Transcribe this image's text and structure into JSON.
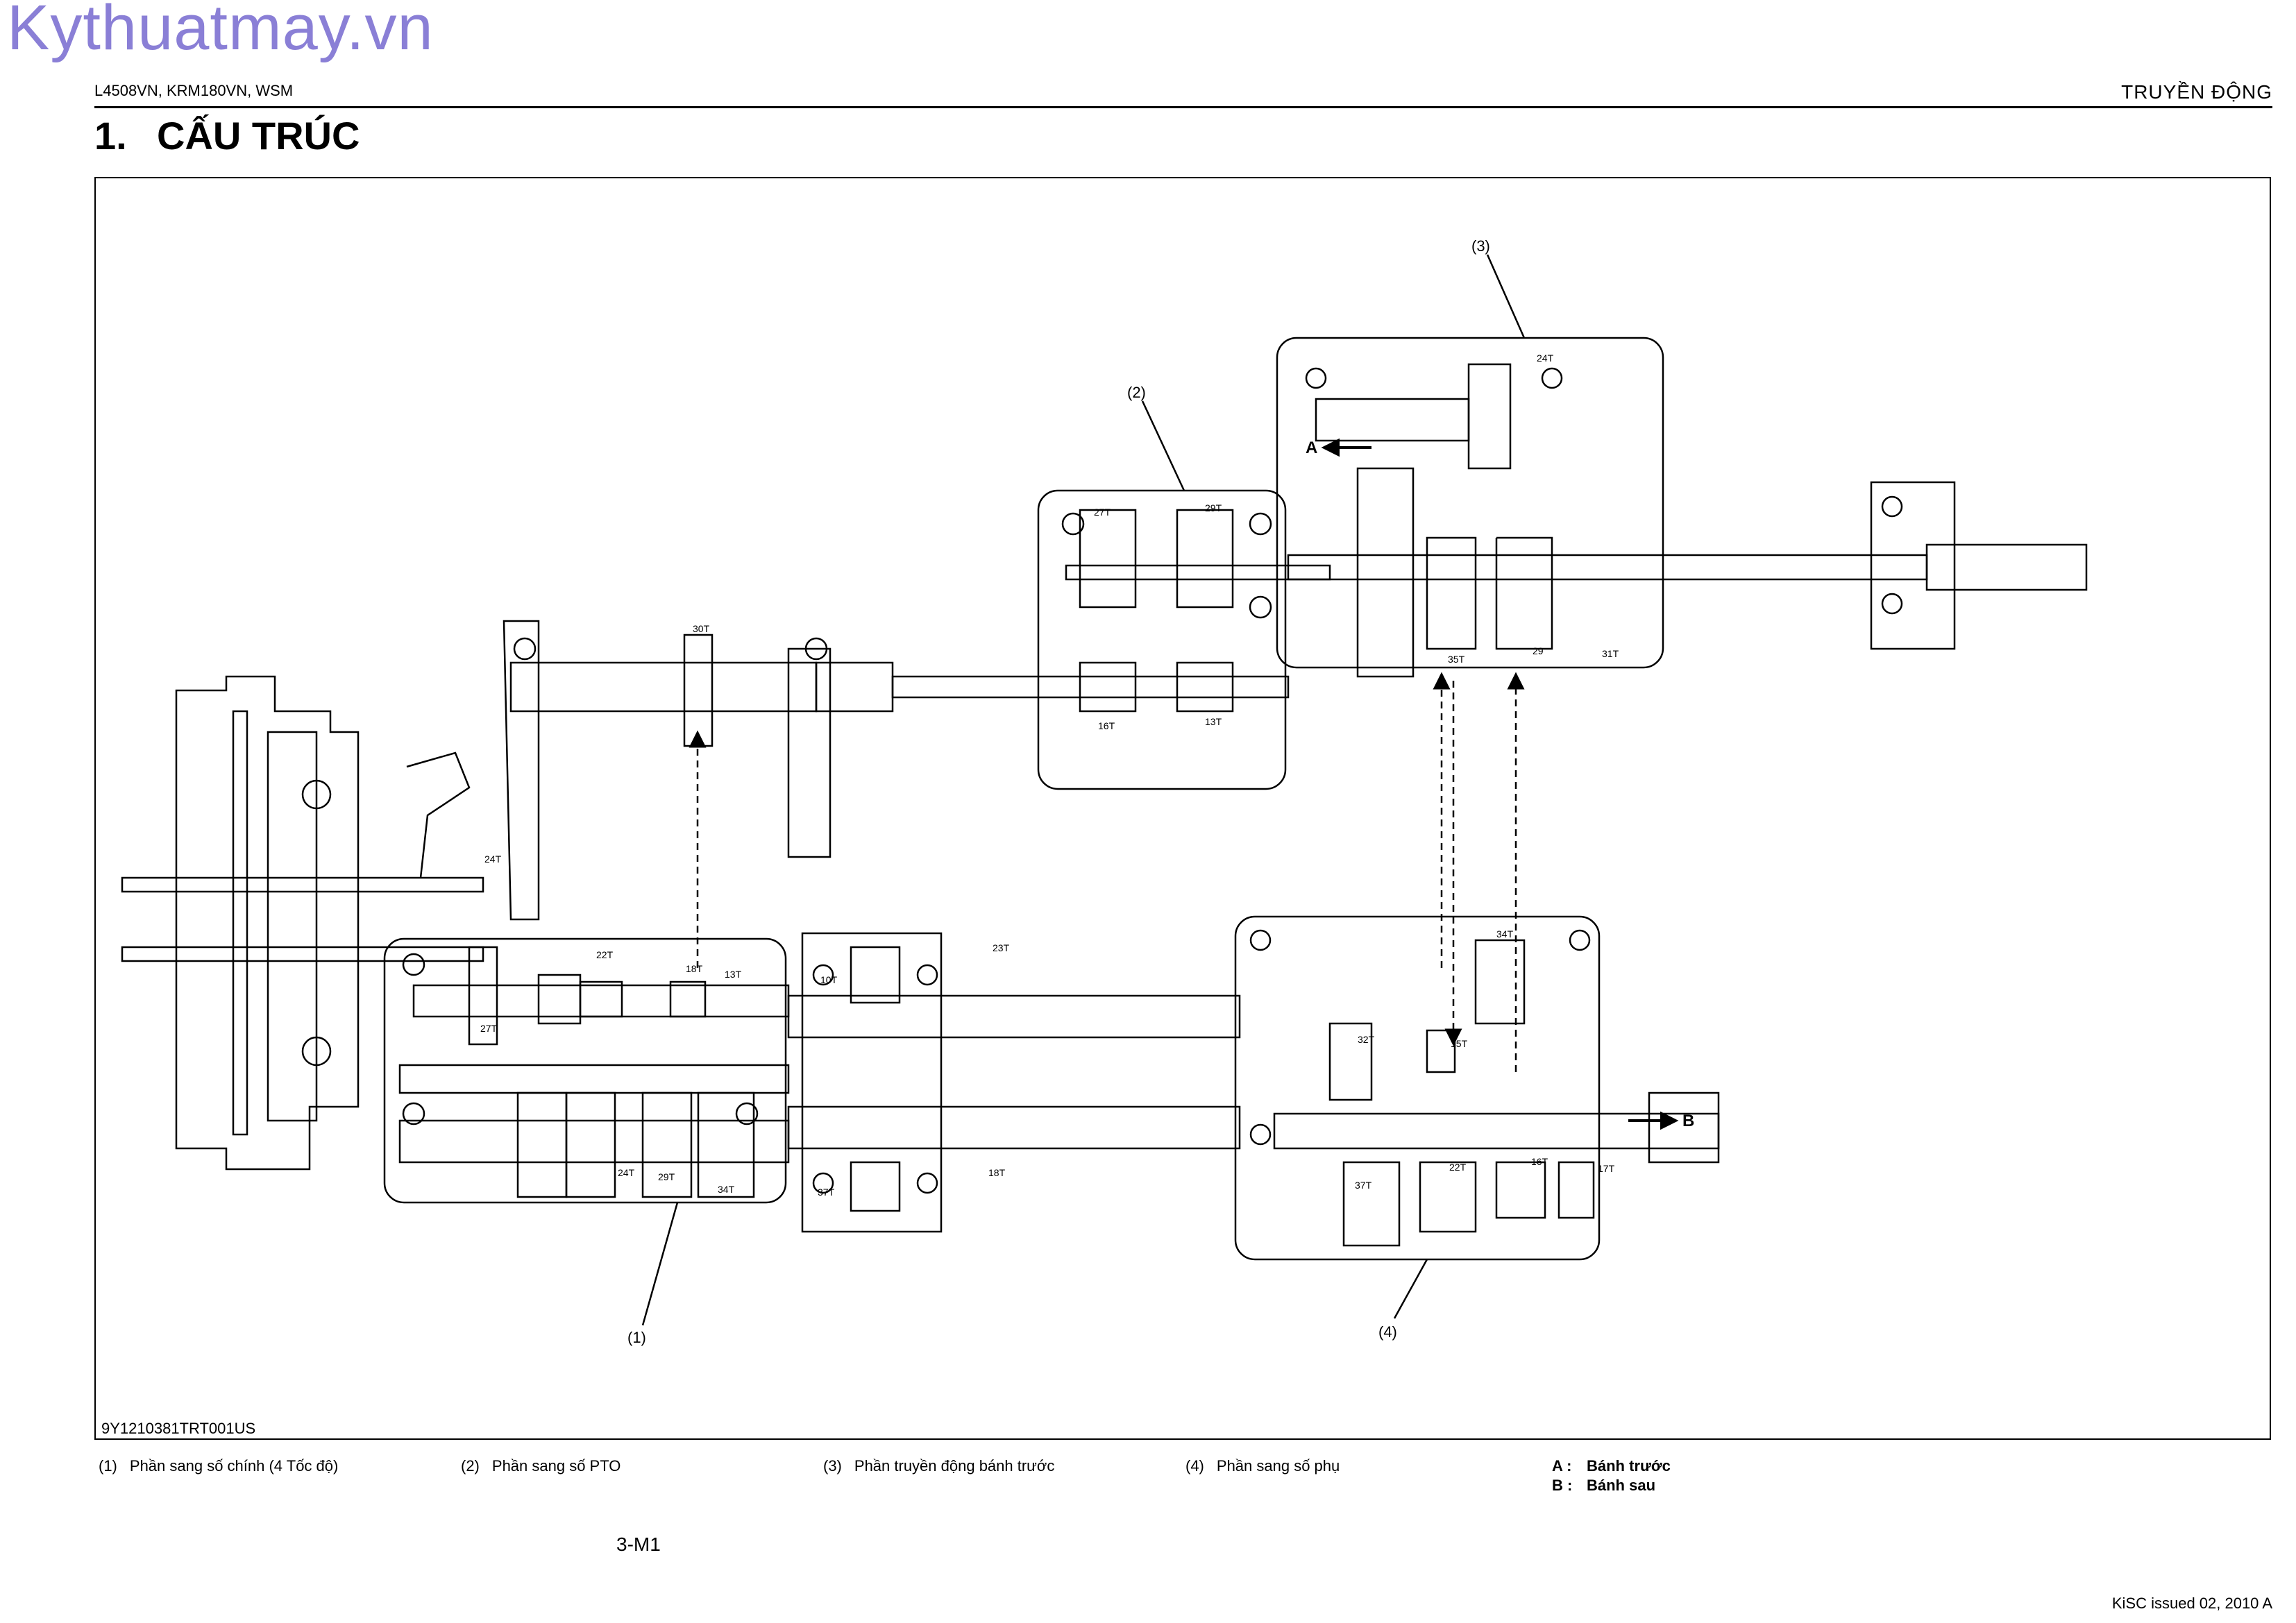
{
  "watermark": "Kythuatmay.vn",
  "header": {
    "models": "L4508VN, KRM180VN, WSM",
    "section": "TRUYỀN ĐỘNG"
  },
  "title": {
    "number": "1.",
    "text": "CẤU TRÚC"
  },
  "figure": {
    "code": "9Y1210381TRT001US",
    "callouts": [
      "(1)",
      "(2)",
      "(3)",
      "(4)"
    ],
    "arrow_labels": [
      "A",
      "B"
    ],
    "gear_labels": {
      "box1": [
        "22T",
        "18T",
        "13T",
        "10T",
        "27T",
        "24T",
        "29T",
        "34T",
        "37T"
      ],
      "box2": [
        "27T",
        "29T",
        "16T",
        "13T"
      ],
      "box3": [
        "24T",
        "29",
        "31T"
      ],
      "box4": [
        "34T",
        "32T",
        "15T",
        "37T",
        "22T",
        "16T",
        "17T"
      ],
      "misc": [
        "30T",
        "24T",
        "23T",
        "18T",
        "35T"
      ]
    }
  },
  "legend": [
    {
      "key": "(1)",
      "text": "Phần sang số chính (4 Tốc độ)"
    },
    {
      "key": "(2)",
      "text": "Phần sang số PTO"
    },
    {
      "key": "(3)",
      "text": "Phần truyền động bánh trước"
    },
    {
      "key": "(4)",
      "text": "Phần sang số phụ"
    }
  ],
  "legend_ab": [
    {
      "key": "A :",
      "text": "Bánh trước"
    },
    {
      "key": "B :",
      "text": "Bánh sau"
    }
  ],
  "footer": {
    "page": "3-M1",
    "issued": "KiSC issued 02, 2010 A"
  }
}
